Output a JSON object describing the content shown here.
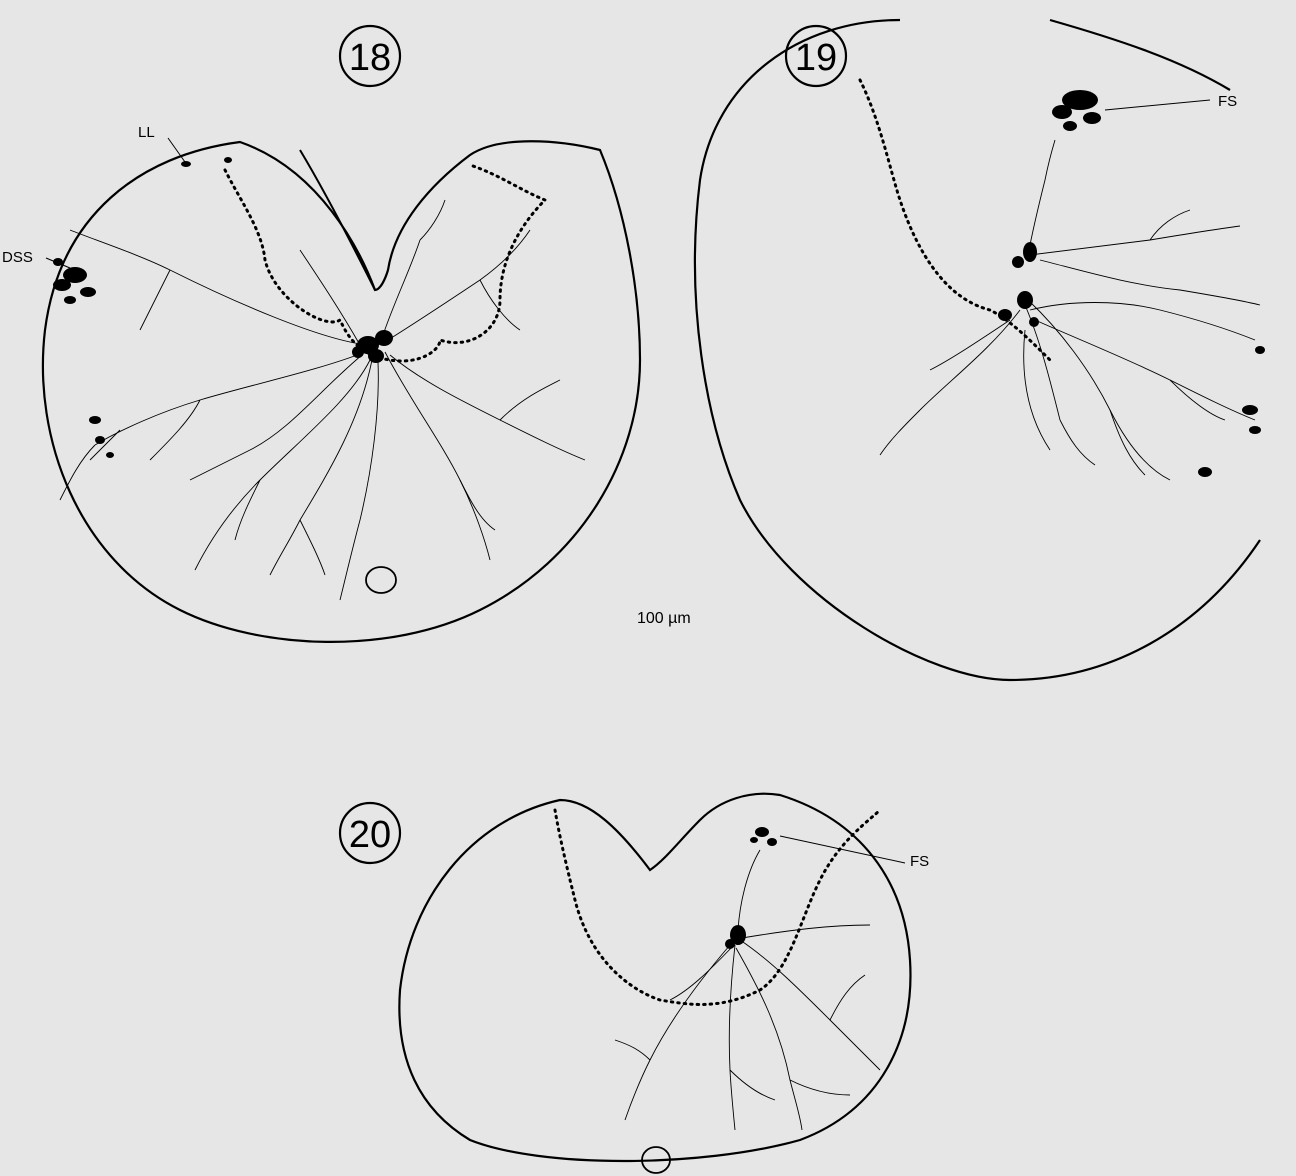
{
  "figure_numbers": {
    "fig18": "18",
    "fig19": "19",
    "fig20": "20"
  },
  "labels": {
    "ll": "LL",
    "dss": "DSS",
    "fs_19": "FS",
    "fs_20": "FS",
    "scale_bar": "100 µm"
  },
  "colors": {
    "paper": "#e6e6e6",
    "ink": "#000000",
    "bleed_text": "#7a7a7a"
  }
}
